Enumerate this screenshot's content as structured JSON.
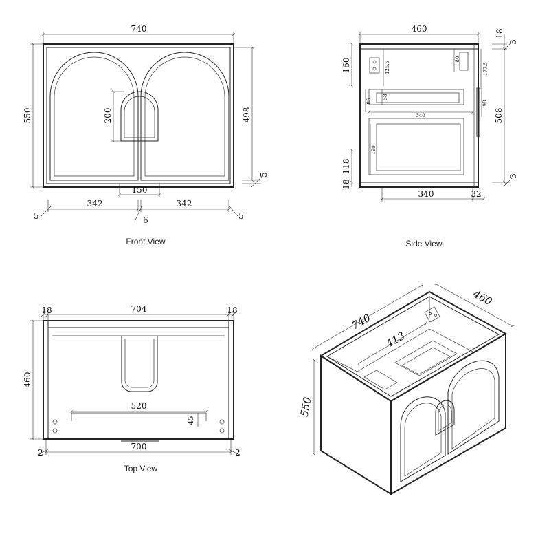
{
  "views": {
    "front": {
      "caption": "Front View",
      "dims": {
        "width": "740",
        "height": "550",
        "panel_height": "498",
        "bottom_gap": "5",
        "handle_height": "200",
        "handle_width": "150",
        "left_door": "342",
        "right_door": "342",
        "left_gap": "5",
        "center_gap": "6",
        "right_gap": "5"
      }
    },
    "side": {
      "caption": "Side View",
      "dims": {
        "depth": "460",
        "top_thickness": "18",
        "top_gap": "3",
        "upper_height": "160",
        "bracket_height": "125.5",
        "upper_inner": "177.5",
        "bracket_small": "80",
        "shelf_depth": "340",
        "shelf_h": "85",
        "shelf_inner": "58",
        "shelf_right": "98",
        "body_height": "508",
        "drawer_h": "190",
        "bottom_height": "118",
        "bottom_thickness": "18",
        "bottom_gap": "3",
        "base_depth": "340",
        "base_right": "32"
      }
    },
    "top": {
      "caption": "Top View",
      "dims": {
        "width_inner": "704",
        "left_side": "18",
        "right_side": "18",
        "depth": "460",
        "inner_width": "520",
        "inner_depth": "45",
        "width_bottom": "700",
        "left_edge": "2",
        "right_edge": "2"
      }
    },
    "iso": {
      "dims": {
        "width": "740",
        "depth": "460",
        "height": "550",
        "inner": "413"
      }
    }
  }
}
